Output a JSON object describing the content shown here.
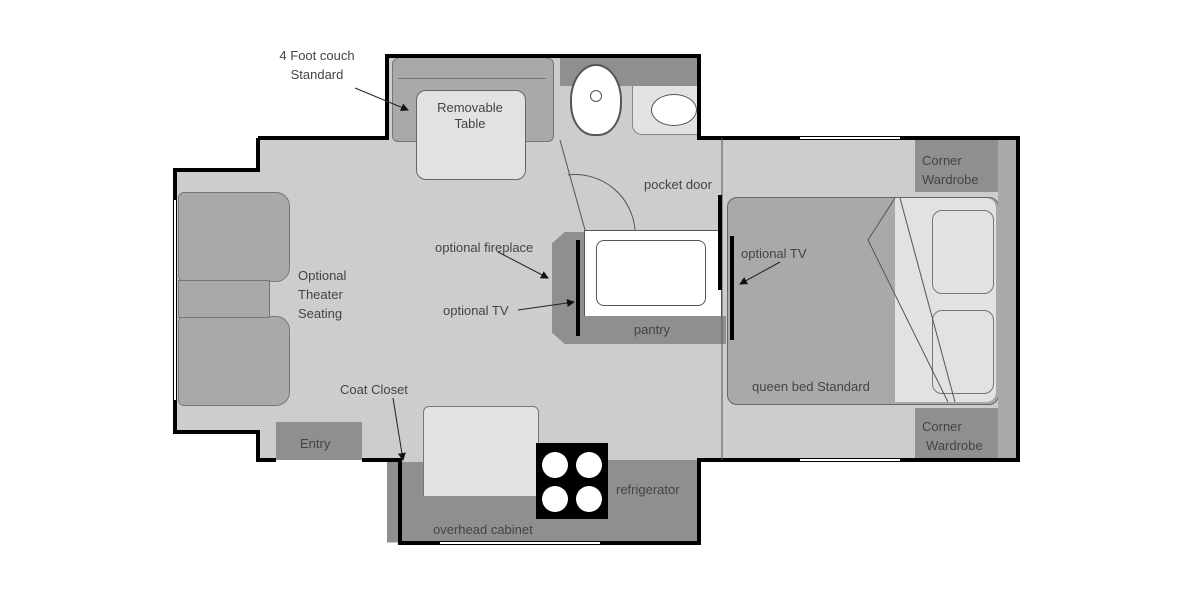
{
  "floorplan": {
    "labels": {
      "couch_line1": "4 Foot couch",
      "couch_line2": "Standard",
      "table_line1": "Removable",
      "table_line2": "Table",
      "pocket_door": "pocket door",
      "corner_wardrobe_top_1": "Corner",
      "corner_wardrobe_top_2": "Wardrobe",
      "corner_wardrobe_bottom_1": "Corner",
      "corner_wardrobe_bottom_2": "Wardrobe",
      "optional_tv_right": "optional TV",
      "optional_fireplace": "optional fireplace",
      "optional_tv_left": "optional TV",
      "pantry": "pantry",
      "theater_1": "Optional",
      "theater_2": "Theater",
      "theater_3": "Seating",
      "queen_bed": "queen bed Standard",
      "coat_closet": "Coat Closet",
      "entry": "Entry",
      "refrigerator": "refrigerator",
      "overhead_cabinet": "overhead cabinet"
    },
    "colors": {
      "floor": "#cdcdcd",
      "cabinet": "#8f8f8f",
      "furniture": "#a9a9a9",
      "wall": "#000000",
      "text": "#444444"
    }
  }
}
